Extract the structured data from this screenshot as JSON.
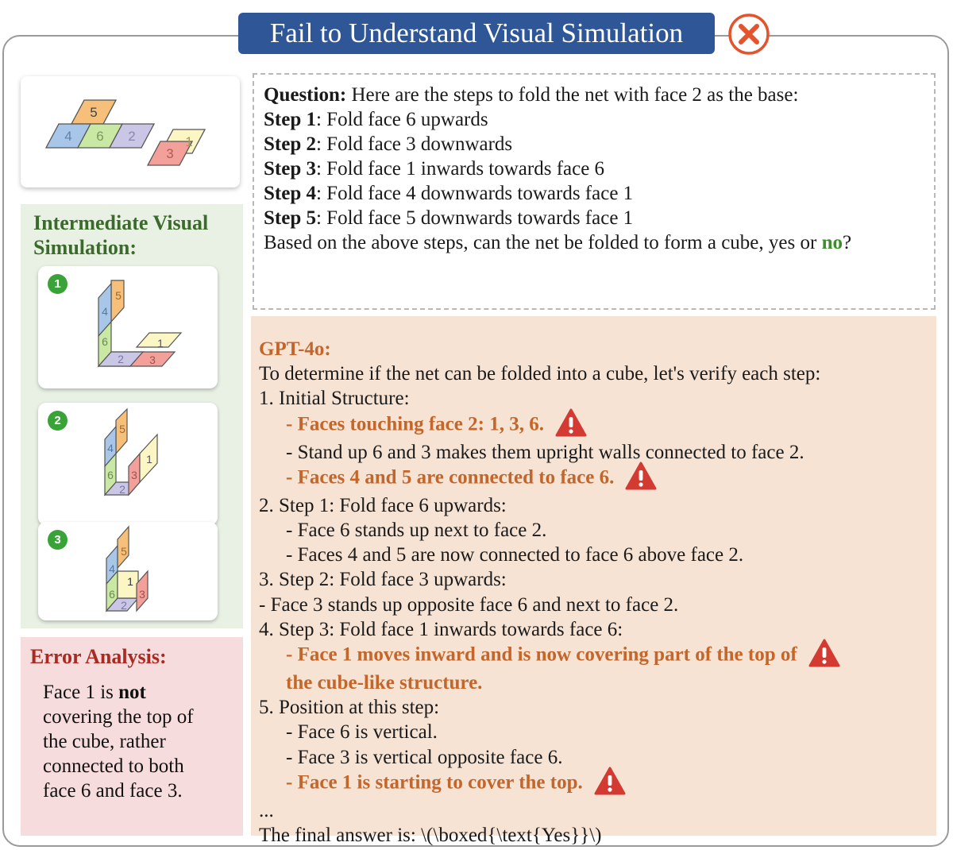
{
  "banner": {
    "title": "Fail to Understand Visual Simulation"
  },
  "net": {
    "face_labels": [
      "5",
      "4",
      "6",
      "2",
      "1",
      "3"
    ]
  },
  "simulation": {
    "title_line1": "Intermediate Visual",
    "title_line2": "Simulation:",
    "steps": [
      {
        "badge": "1",
        "face_labels": [
          "5",
          "4",
          "6",
          "2",
          "3",
          "1"
        ]
      },
      {
        "badge": "2",
        "face_labels": [
          "5",
          "4",
          "6",
          "2",
          "3",
          "1"
        ]
      },
      {
        "badge": "3",
        "face_labels": [
          "5",
          "4",
          "6",
          "1",
          "3",
          "2"
        ]
      }
    ]
  },
  "error_analysis": {
    "title": "Error Analysis:",
    "line1_pre": "Face 1 is ",
    "line1_bold": "not",
    "line2": "covering the top of",
    "line3": "the cube, rather",
    "line4": "connected to both",
    "line5": "face 6 and face 3."
  },
  "question": {
    "label": "Question:",
    "intro": " Here are the steps to fold the net with face 2 as the base:",
    "steps": [
      {
        "label": "Step 1",
        "text": ": Fold face 6 upwards"
      },
      {
        "label": "Step 2",
        "text": ": Fold face 3 downwards"
      },
      {
        "label": "Step 3",
        "text": ": Fold face 1 inwards towards face 6"
      },
      {
        "label": "Step 4",
        "text": ": Fold face 4 downwards towards face 1"
      },
      {
        "label": "Step 5",
        "text": ": Fold face 5 downwards towards face 1"
      }
    ],
    "final_pre": "Based on the above steps, can the net be folded to form a cube, yes or ",
    "final_highlight": "no",
    "final_post": "?"
  },
  "answer": {
    "model": "GPT-4o:",
    "lines": {
      "l1": "To determine if the net can be folded into a cube, let's verify each step:",
      "l2": "1.   Initial Structure:",
      "l3": "-   Faces touching face 2: 1, 3, 6.",
      "l4": "-   Stand up 6 and 3 makes them upright walls connected to face 2.",
      "l5": "-   Faces 4 and 5 are connected to face 6.",
      "l6": "2. Step 1: Fold face 6 upwards:",
      "l7": "-   Face 6 stands up next to face 2.",
      "l8": "-   Faces 4 and 5 are now connected to face 6 above face 2.",
      "l9": "3. Step 2: Fold face 3 upwards:",
      "l10": "-   Face 3 stands up opposite face 6 and next to face 2.",
      "l11": "4. Step 3: Fold face 1 inwards towards face 6:",
      "l12": "- Face 1 moves inward and is now covering part of the top of",
      "l13": "the cube-like structure.",
      "l14": "5. Position at this step:",
      "l15": "- Face 6 is vertical.",
      "l16": "- Face 3 is vertical opposite face 6.",
      "l17": "- Face 1 is starting to cover the top.",
      "l18": "...",
      "l19": "The final answer is: \\(\\boxed{\\text{Yes}}\\)"
    }
  },
  "colors": {
    "banner": "#2f5696",
    "face1": "#fbf6c4",
    "face2": "#c9c6e6",
    "face3": "#f4a09a",
    "face4": "#a8c6e8",
    "face5": "#f6c07a",
    "face6": "#c9e8a4",
    "error_text": "#c4652a",
    "answer_no": "#3d8d2c",
    "warning": "#d33b32"
  }
}
